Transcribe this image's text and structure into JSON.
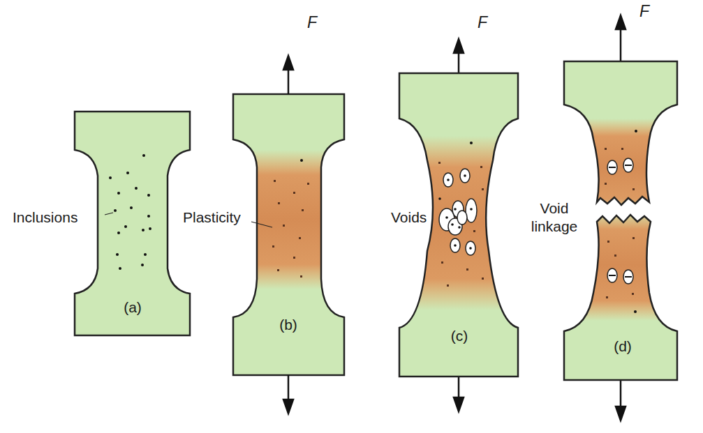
{
  "diagram": {
    "labels": [
      "Inclusions",
      "(a)",
      "F",
      "Plasticity",
      "(b)",
      "F",
      "Voids",
      "(c)",
      "F",
      "Void linkage",
      "(d)"
    ]
  }
}
